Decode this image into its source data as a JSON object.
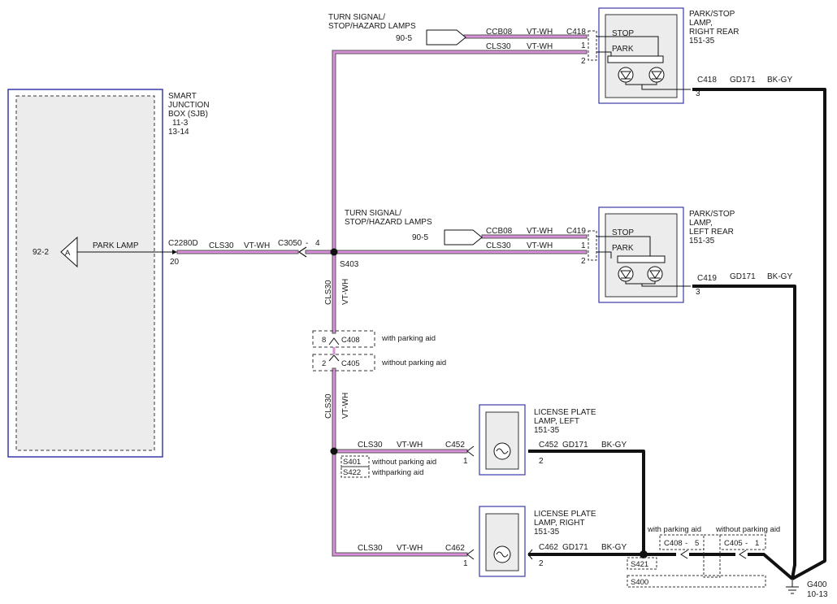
{
  "sjb": {
    "title_lines": [
      "SMART",
      "JUNCTION",
      "BOX (SJB)",
      "11-3",
      "13-14"
    ],
    "ref": "92-2",
    "connector_letter": "A",
    "signal": "PARK LAMP",
    "connector": "C2280D",
    "pin": "20"
  },
  "main_wire": {
    "circuit": "CLS30",
    "color": "VT-WH"
  },
  "inline_connector": {
    "id": "C3050",
    "pin": "4"
  },
  "splice_s403": "S403",
  "vertical_wire_labels": {
    "upper": {
      "circuit": "CLS30",
      "color": "VT-WH"
    },
    "lower": {
      "circuit": "CLS30",
      "color": "VT-WH"
    }
  },
  "connectors_vertical": {
    "c408": {
      "pin": "8",
      "id": "C408",
      "note": "with parking aid"
    },
    "c405": {
      "pin": "2",
      "id": "C405",
      "note": "without parking aid"
    }
  },
  "right_rear": {
    "turn_label": [
      "TURN SIGNAL/",
      "STOP/HAZARD LAMPS"
    ],
    "turn_ref": "90-5",
    "ccb_circuit": "CCB08",
    "ccb_color": "VT-WH",
    "connector": "C418",
    "pin_stop": "1",
    "cls_circuit": "CLS30",
    "cls_color": "VT-WH",
    "pin_park": "2",
    "lamp_title": [
      "PARK/STOP",
      "LAMP,",
      "RIGHT REAR",
      "151-35"
    ],
    "stop": "STOP",
    "park": "PARK",
    "ground_connector": "C418",
    "ground_pin": "3",
    "ground_circuit": "GD171",
    "ground_color": "BK-GY"
  },
  "left_rear": {
    "turn_label": [
      "TURN SIGNAL/",
      "STOP/HAZARD LAMPS"
    ],
    "turn_ref": "90-5",
    "ccb_circuit": "CCB08",
    "ccb_color": "VT-WH",
    "connector": "C419",
    "pin_stop": "1",
    "cls_circuit": "CLS30",
    "cls_color": "VT-WH",
    "pin_park": "2",
    "lamp_title": [
      "PARK/STOP",
      "LAMP,",
      "LEFT REAR",
      "151-35"
    ],
    "stop": "STOP",
    "park": "PARK",
    "ground_connector": "C419",
    "ground_pin": "3",
    "ground_circuit": "GD171",
    "ground_color": "BK-GY"
  },
  "license_left": {
    "title": [
      "LICENSE PLATE",
      "LAMP, LEFT",
      "151-35"
    ],
    "cls_circuit": "CLS30",
    "cls_color": "VT-WH",
    "connector": "C452",
    "pin_in": "1",
    "ground_connector": "C452",
    "ground_circuit": "GD171",
    "ground_color": "BK-GY",
    "pin_out": "2",
    "splice1": "S401",
    "splice1_note": "without parking aid",
    "splice2": "S422",
    "splice2_note": "withparking aid"
  },
  "license_right": {
    "title": [
      "LICENSE PLATE",
      "LAMP, RIGHT",
      "151-35"
    ],
    "cls_circuit": "CLS30",
    "cls_color": "VT-WH",
    "connector": "C462",
    "pin_in": "1",
    "ground_connector": "C462",
    "ground_circuit": "GD171",
    "ground_color": "BK-GY",
    "pin_out": "2"
  },
  "ground_section": {
    "splice": "S421",
    "s400": "S400",
    "c408_label": "C408",
    "c408_pin": "5",
    "c408_note": "with parking aid",
    "c405_label": "C405",
    "c405_pin": "1",
    "c405_note": "without parking aid",
    "ground_id": "G400",
    "ground_ref": "10-13"
  },
  "colors": {
    "wire_violet": "#d98fd9",
    "ground_wire": "#111111",
    "box_border": "#3a3aa8",
    "box_fill": "#eeeeee"
  }
}
